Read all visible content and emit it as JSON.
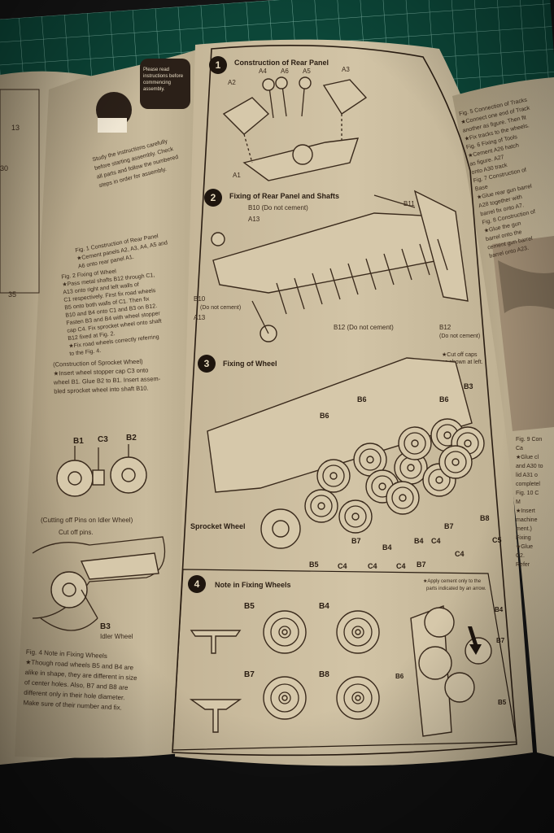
{
  "left_page": {
    "note_bubble": "Please read instructions before commencing assembly.",
    "intro": [
      "Study the instructions carefully",
      "before starting assembly. Check",
      "all parts and follow the numbered",
      "steps in order for assembly."
    ],
    "fig1_text": [
      "Fig. 1 Construction of Rear Panel",
      "★Cement panels A2, A3, A4, A5 and",
      "A6 onto rear panel A1."
    ],
    "fig2_text": [
      "Fig. 2 Fixing of Wheel",
      "★Pass metal shafts B12 through C1,",
      "A13 onto right and left walls of",
      "C1 respectively. First fix road wheels",
      "B5 onto both walls of C1. Then fix",
      "B10 and B4 onto C1 and B3 on B12.",
      "Fasten B3 and B4 with wheel stopper",
      "cap C4. Fix sprocket wheel onto shaft",
      "B12 fixed at Fig. 2.",
      "★Fix road wheels correctly referring",
      "to the Fig. 4."
    ],
    "sprocket_text": [
      "(Construction of Sprocket Wheel)",
      "★Insert wheel stopper cap C3 onto",
      "wheel B1. Glue B2 to B1. Insert assem-",
      "bled sprocket wheel into shaft B10."
    ],
    "sprocket_labels": [
      "B1",
      "C3",
      "B2"
    ],
    "idler_caption": "(Cutting off Pins on Idler Wheel)",
    "cut_off_pins": "Cut off pins.",
    "idler_part": "B3",
    "idler_name": "Idler Wheel",
    "fig4_text": [
      "Fig. 4 Note in Fixing Wheels",
      "★Though road wheels B5 and B4 are",
      "alike in shape, they are different in size",
      "of center holes. Also, B7 and B8 are",
      "different only in their hole diameter.",
      "Make sure of their number and fix."
    ],
    "margin_numbers": [
      "13",
      "30",
      "35"
    ]
  },
  "center_page": {
    "step1": {
      "number": "1",
      "title": "Construction of Rear Panel",
      "labels": [
        "A2",
        "A4",
        "A6",
        "A5",
        "A3",
        "A1"
      ]
    },
    "step2": {
      "number": "2",
      "title": "Fixing of Rear Panel and Shafts",
      "labels": {
        "b10_top": "B10 (Do not cement)",
        "a13_top": "A13",
        "b11": "B11",
        "b10_bottom": "B10",
        "b10_bottom_note": "(Do not cement)",
        "a13_bottom": "A13",
        "b12": "B12 (Do not cement)",
        "b12_right": "B12",
        "b12_right_note": "(Do not cement)"
      }
    },
    "step3": {
      "number": "3",
      "title": "Fixing of Wheel",
      "note": [
        "★Cut off caps",
        "as shown at left."
      ],
      "sprocket": "Sprocket Wheel",
      "labels_top": [
        "B6",
        "B6",
        "B6",
        "B3"
      ],
      "labels_bottom": [
        "B5",
        "C4",
        "B7",
        "C4",
        "B4",
        "C4",
        "B7",
        "C4",
        "B4",
        "B7",
        "C4",
        "B8",
        "C5"
      ]
    },
    "step4": {
      "number": "4",
      "title": "Note in Fixing Wheels",
      "note": [
        "★Apply cement only to the",
        "parts indicated by an arrow."
      ],
      "wheels": [
        "B5",
        "B4",
        "B7",
        "B8"
      ],
      "side_labels": [
        "B4",
        "B7",
        "B6",
        "B5"
      ]
    }
  },
  "right_page": {
    "fig_text": [
      "Fig. 5 Connection of Tracks",
      "★Connect one end of Track",
      "another as figure. Then fit",
      "★Fix tracks to the wheels.",
      "Fig. 6 Fixing of Tools",
      "★Cement A26 hatch",
      "as figure. A27",
      "onto A30 track",
      "Fig. 7 Construction of",
      "Base",
      "★Glue rear gun barrel",
      "A28 together with",
      "barrel fix onto A7.",
      "Fig. 8 Construction of",
      "★Glue the gun",
      "barrel onto the",
      "cement gun barrel",
      "barrel onto A23."
    ],
    "fig9_text": [
      "Fig. 9 Con",
      "Ca",
      "★Glue cl",
      "and A30 to",
      "lid A31 o",
      "completel",
      "Fig. 10 C",
      "M",
      "★Insert",
      "machine",
      "ment.)",
      "Fixing",
      "★Glue",
      "C2.",
      "Refer"
    ]
  },
  "colors": {
    "paper": "#cbbd9f",
    "ink": "#3a2a1c",
    "mat": "#0d4a3c"
  }
}
